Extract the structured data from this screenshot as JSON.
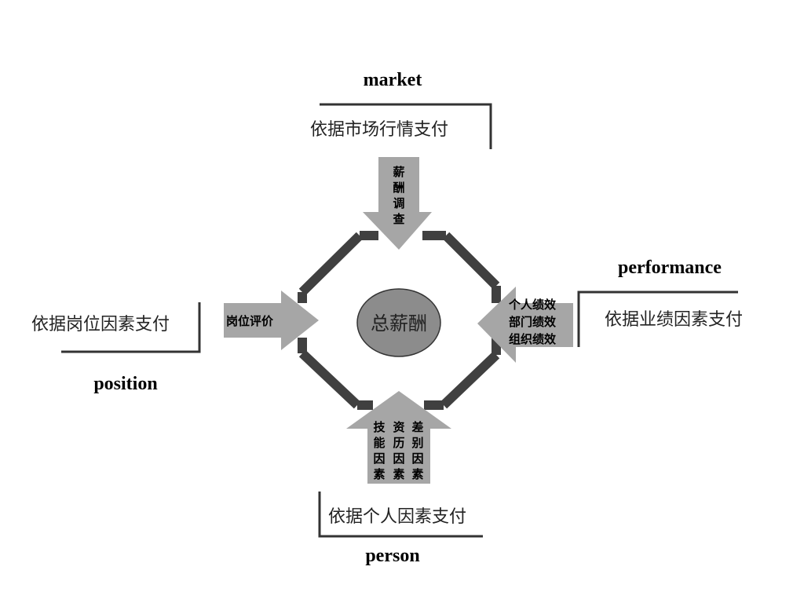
{
  "center": {
    "label": "总薪酬",
    "fill": "#8c8c8c"
  },
  "colors": {
    "frame": "#404040",
    "arrow": "#a6a6a6",
    "frame_edge": "#595959"
  },
  "market": {
    "title": "market",
    "description": "依据市场行情支付",
    "arrow_label": [
      "薪",
      "酬",
      "调",
      "查"
    ]
  },
  "position": {
    "title": "position",
    "description": "依据岗位因素支付",
    "arrow_label": "岗位评价"
  },
  "performance": {
    "title": "performance",
    "description": "依据业绩因素支付",
    "arrow_lines": [
      "个人绩效",
      "部门绩效",
      "组织绩效"
    ]
  },
  "person": {
    "title": "person",
    "description": "依据个人因素支付",
    "arrow_columns": [
      [
        "技",
        "能",
        "因",
        "素"
      ],
      [
        "资",
        "历",
        "因",
        "素"
      ],
      [
        "差",
        "别",
        "因",
        "素"
      ]
    ]
  }
}
